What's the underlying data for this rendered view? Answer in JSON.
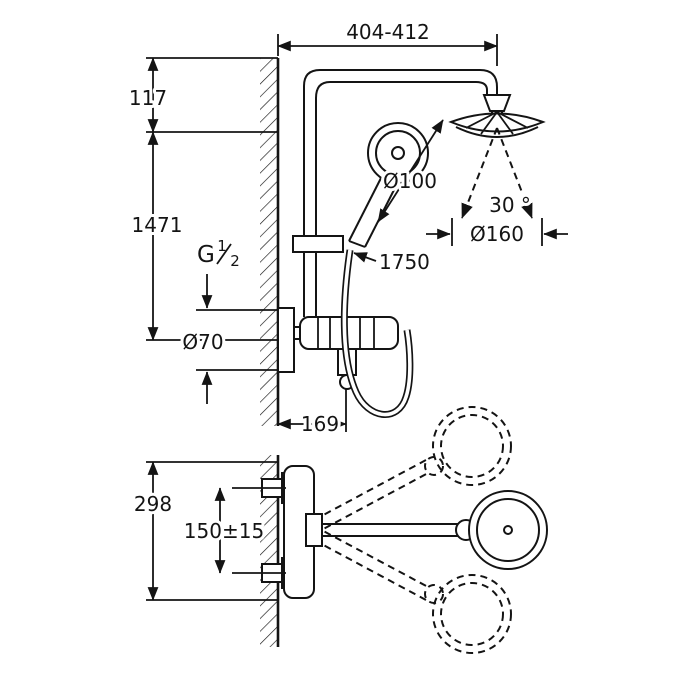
{
  "drawing": {
    "dimensions": {
      "top_width": "404-412",
      "height_117": "117",
      "height_1471": "1471",
      "thread_letter": "G",
      "thread_numerator": "1",
      "thread_denominator": "2",
      "hand_shower_diameter": "Ø100",
      "swivel_angle": "30 °",
      "head_diameter": "Ø160",
      "hose_length": "1750",
      "escutcheon_diameter": "Ø70",
      "projection_169": "169",
      "body_height": "298",
      "connection_spacing": "150±15"
    }
  }
}
